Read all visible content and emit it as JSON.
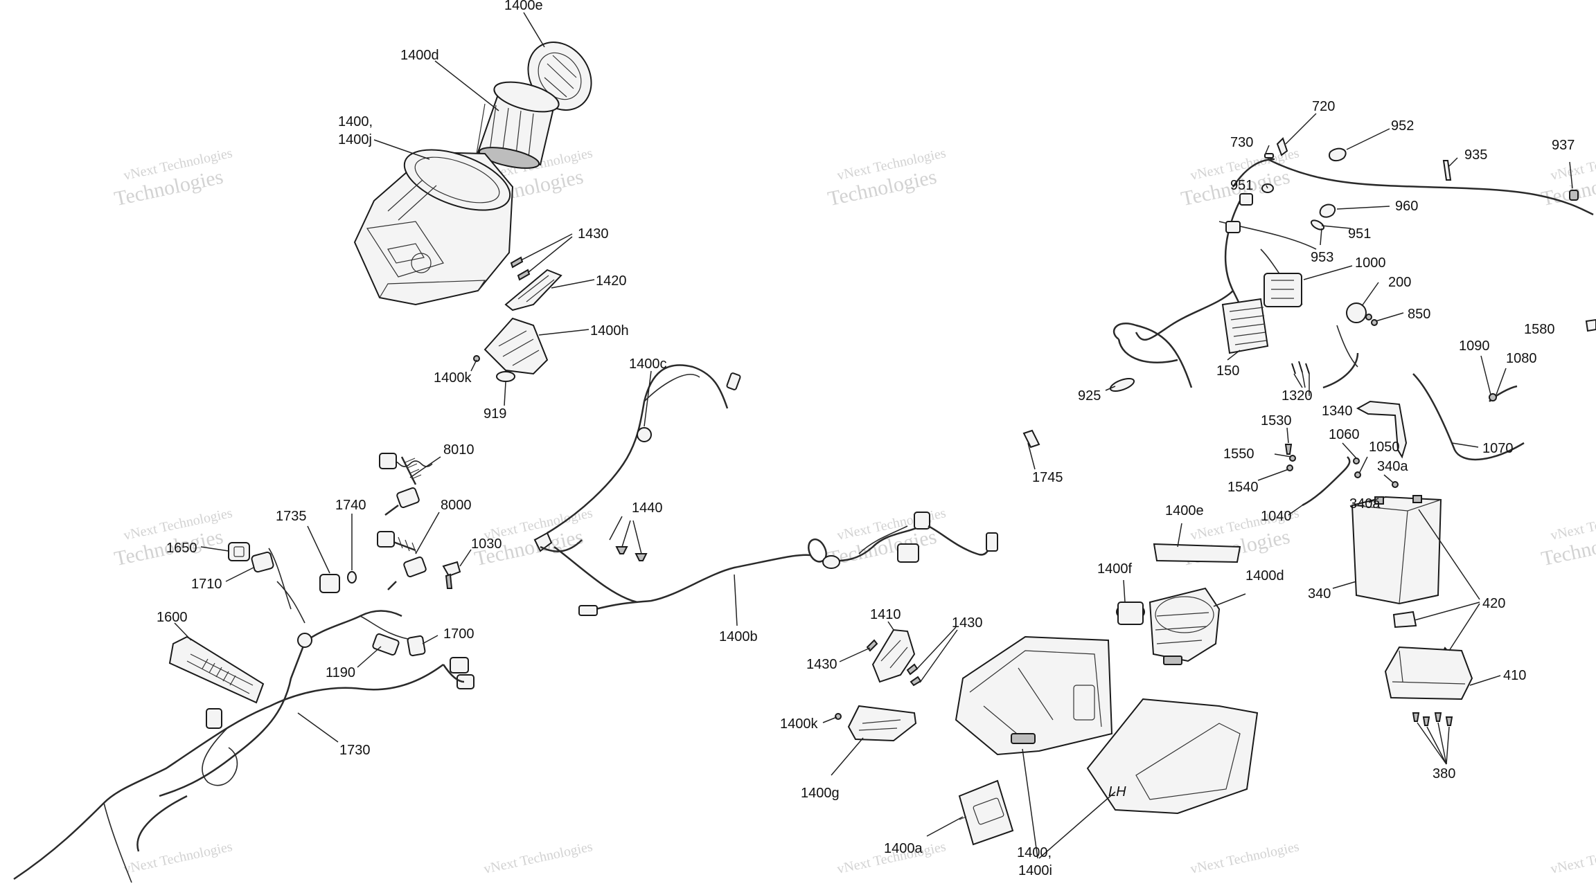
{
  "watermark": {
    "line1": "vNext Technologies",
    "line2": "Technologies",
    "fragment": "vNext"
  },
  "callouts": [
    {
      "id": "1400e_top",
      "text": "1400e"
    },
    {
      "id": "1400d_top",
      "text": "1400d"
    },
    {
      "id": "1400_a",
      "text": "1400,"
    },
    {
      "id": "1400j",
      "text": "1400j"
    },
    {
      "id": "1430_top",
      "text": "1430"
    },
    {
      "id": "1420",
      "text": "1420"
    },
    {
      "id": "1400h",
      "text": "1400h"
    },
    {
      "id": "1400k_top",
      "text": "1400k"
    },
    {
      "id": "919",
      "text": "919"
    },
    {
      "id": "1400c",
      "text": "1400c"
    },
    {
      "id": "8010",
      "text": "8010"
    },
    {
      "id": "8000",
      "text": "8000"
    },
    {
      "id": "1440",
      "text": "1440"
    },
    {
      "id": "1030",
      "text": "1030"
    },
    {
      "id": "1735",
      "text": "1735"
    },
    {
      "id": "1740",
      "text": "1740"
    },
    {
      "id": "1650",
      "text": "1650"
    },
    {
      "id": "1710",
      "text": "1710"
    },
    {
      "id": "1600",
      "text": "1600"
    },
    {
      "id": "1700",
      "text": "1700"
    },
    {
      "id": "1190",
      "text": "1190"
    },
    {
      "id": "1730",
      "text": "1730"
    },
    {
      "id": "1400b",
      "text": "1400b"
    },
    {
      "id": "1410",
      "text": "1410"
    },
    {
      "id": "1430_mid_r",
      "text": "1430"
    },
    {
      "id": "1430_mid_l",
      "text": "1430"
    },
    {
      "id": "1400k_bot",
      "text": "1400k"
    },
    {
      "id": "1400g",
      "text": "1400g"
    },
    {
      "id": "1400a",
      "text": "1400a"
    },
    {
      "id": "1400_b",
      "text": "1400,"
    },
    {
      "id": "1400i",
      "text": "1400i"
    },
    {
      "id": "1745",
      "text": "1745"
    },
    {
      "id": "1400e_bot",
      "text": "1400e"
    },
    {
      "id": "1400f",
      "text": "1400f"
    },
    {
      "id": "1400d_bot",
      "text": "1400d"
    },
    {
      "id": "720",
      "text": "720"
    },
    {
      "id": "730",
      "text": "730"
    },
    {
      "id": "952",
      "text": "952"
    },
    {
      "id": "935",
      "text": "935"
    },
    {
      "id": "937",
      "text": "937"
    },
    {
      "id": "951_left",
      "text": "951"
    },
    {
      "id": "960",
      "text": "960"
    },
    {
      "id": "951",
      "text": "951"
    },
    {
      "id": "953",
      "text": "953"
    },
    {
      "id": "1000",
      "text": "1000"
    },
    {
      "id": "200",
      "text": "200"
    },
    {
      "id": "850",
      "text": "850"
    },
    {
      "id": "1580",
      "text": "1580"
    },
    {
      "id": "150",
      "text": "150"
    },
    {
      "id": "925",
      "text": "925"
    },
    {
      "id": "1320",
      "text": "1320"
    },
    {
      "id": "1340",
      "text": "1340"
    },
    {
      "id": "1090",
      "text": "1090"
    },
    {
      "id": "1080",
      "text": "1080"
    },
    {
      "id": "1530",
      "text": "1530"
    },
    {
      "id": "1550",
      "text": "1550"
    },
    {
      "id": "1060",
      "text": "1060"
    },
    {
      "id": "1050",
      "text": "1050"
    },
    {
      "id": "1070",
      "text": "1070"
    },
    {
      "id": "340a_top",
      "text": "340a"
    },
    {
      "id": "1540",
      "text": "1540"
    },
    {
      "id": "340a_bot",
      "text": "340a"
    },
    {
      "id": "1040",
      "text": "1040"
    },
    {
      "id": "340",
      "text": "340"
    },
    {
      "id": "420",
      "text": "420"
    },
    {
      "id": "410",
      "text": "410"
    },
    {
      "id": "380",
      "text": "380"
    }
  ]
}
